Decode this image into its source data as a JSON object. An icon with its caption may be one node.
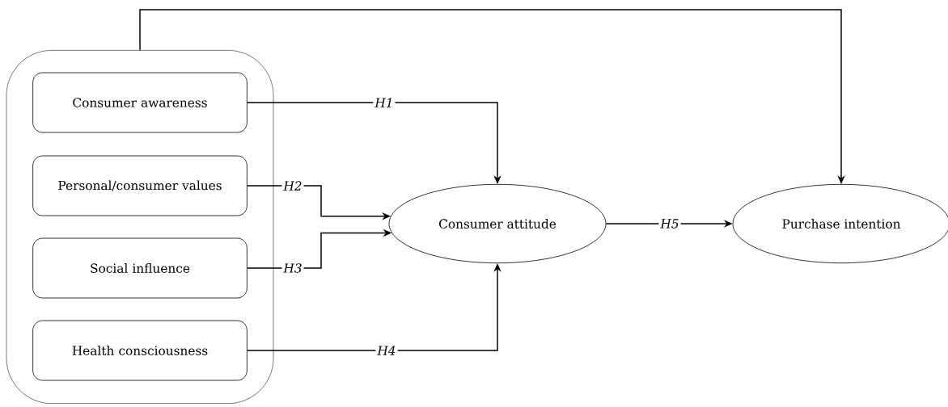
{
  "diagram": {
    "nodes": [
      {
        "text": [],
        "shape": "box"
      },
      {
        "text": [
          "Consumer awareness"
        ],
        "in": 0
      },
      {
        "text": [
          "Personal/consumer values"
        ],
        "in": 0
      },
      {
        "text": [
          "Social influence"
        ],
        "in": 0
      },
      {
        "text": [
          "Health consciousness"
        ],
        "in": 0
      },
      {
        "text": [
          "Consumer attitude"
        ]
      },
      {
        "text": [
          "Purchase intention"
        ]
      }
    ],
    "edges": [
      {
        "from": 1,
        "to": 5,
        "arrow": "to",
        "label": "H1"
      },
      {
        "from": 2,
        "to": 5,
        "arrow": "to",
        "label": "H2"
      },
      {
        "from": 3,
        "to": 5,
        "arrow": "to",
        "label": "H3"
      },
      {
        "from": 4,
        "to": 5,
        "arrow": "to",
        "label": "H4"
      },
      {
        "from": 5,
        "to": 6,
        "arrow": "to",
        "label": "H5"
      },
      {
        "from": 0,
        "to": 6,
        "arrow": "to"
      }
    ]
  }
}
